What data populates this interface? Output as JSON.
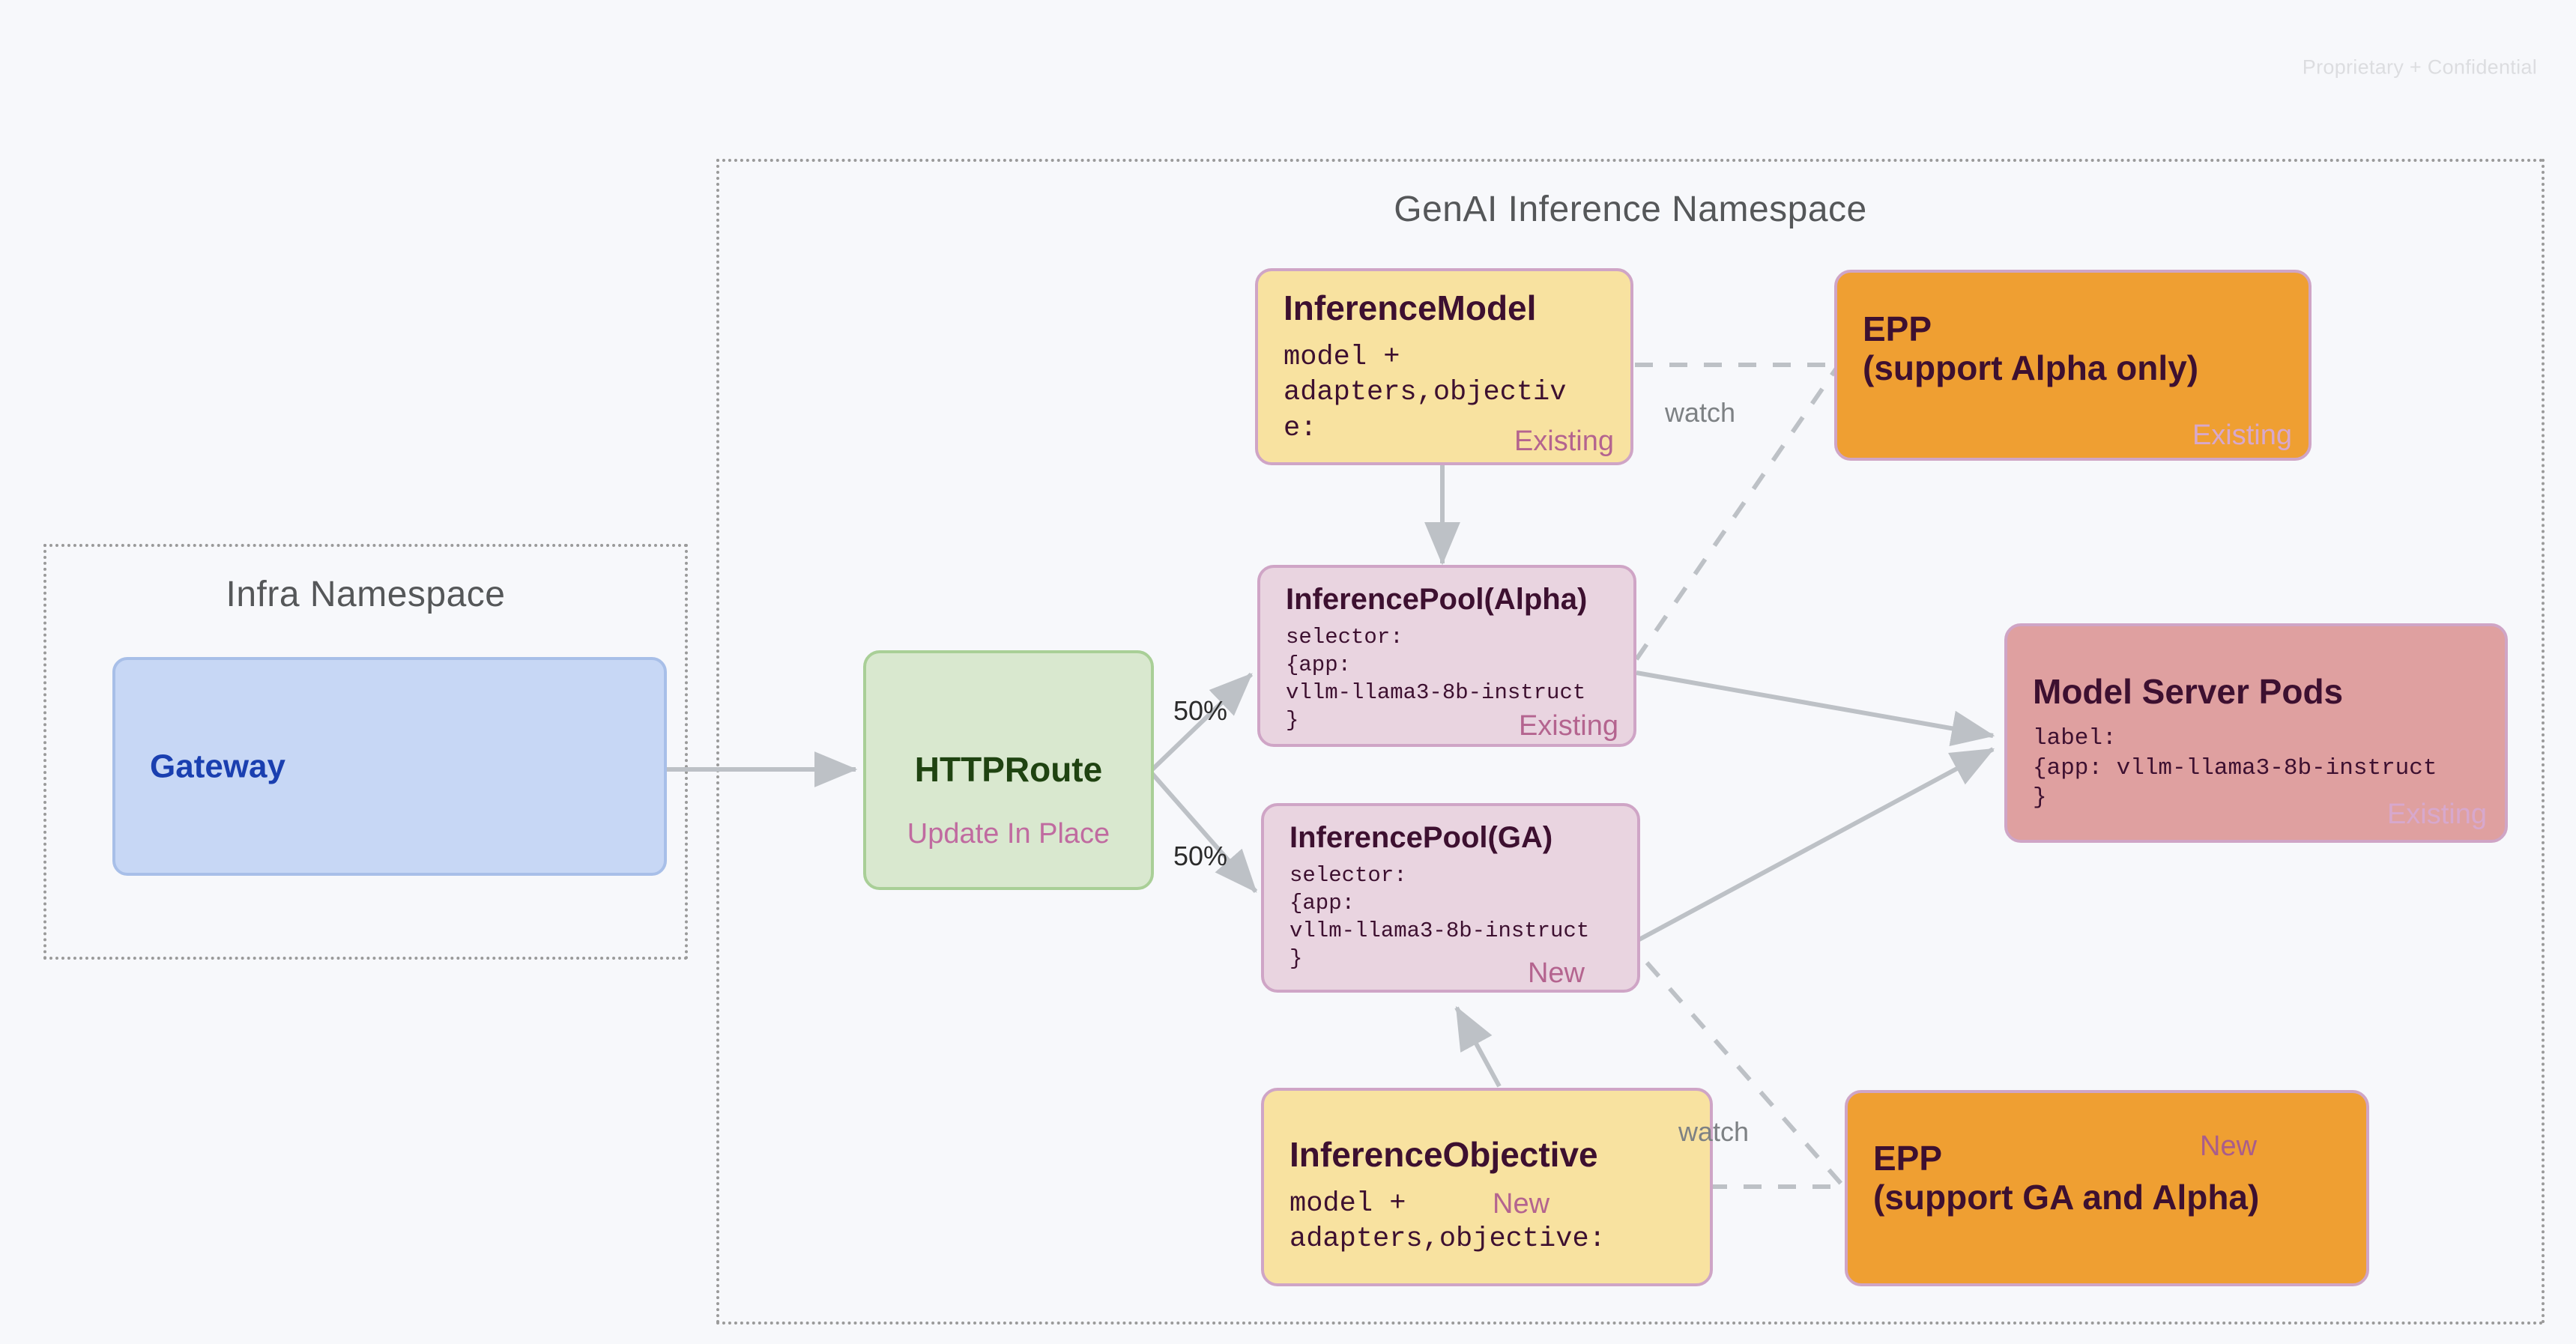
{
  "page": {
    "confidential_notice": "Proprietary + Confidential"
  },
  "namespaces": [
    {
      "id": "infra",
      "title": "Infra Namespace"
    },
    {
      "id": "genai",
      "title": "GenAI Inference Namespace"
    }
  ],
  "nodes": {
    "gateway": {
      "title": "Gateway",
      "sub": "",
      "tag": ""
    },
    "httproute": {
      "title": "HTTPRoute",
      "sub": "",
      "tag": "Update In Place"
    },
    "inference_model": {
      "title": "InferenceModel",
      "sub": "model +\nadapters,objectiv\ne:",
      "tag": "Existing"
    },
    "inference_pool_alpha": {
      "title": "InferencePool(Alpha)",
      "sub": "selector:\n{app:\nvllm-llama3-8b-instruct\n}",
      "tag": "Existing"
    },
    "inference_pool_ga": {
      "title": "InferencePool(GA)",
      "sub": "selector:\n{app:\nvllm-llama3-8b-instruct\n}",
      "tag": "New"
    },
    "inference_objective": {
      "title": "InferenceObjective",
      "sub": "model +\nadapters,objective:",
      "tag": "New"
    },
    "epp_alpha": {
      "title": "EPP\n(support Alpha only)",
      "sub": "",
      "tag": "Existing"
    },
    "epp_ga": {
      "title": "EPP\n(support GA and Alpha)",
      "sub": "",
      "tag": "New"
    },
    "model_server_pods": {
      "title": "Model Server Pods",
      "sub": "label:\n{app: vllm-llama3-8b-instruct\n}",
      "tag": "Existing"
    }
  },
  "edge_labels": {
    "split_top": "50%",
    "split_bottom": "50%",
    "watch_top": "watch",
    "watch_bottom": "watch"
  },
  "colors": {
    "canvas": "#f7f8fb",
    "node_border": "#cfa5c6",
    "yellow": "#f8e2a0",
    "pink": "#e9d4e0",
    "orange": "#ef9f32",
    "salmon": "#dfa0a0",
    "green": "#d9e8cf",
    "blue": "#c7d7f5",
    "tag_pink": "#b4648f",
    "tag_pale": "#d7a8cd",
    "wire": "#bdc1c6",
    "namespace_border": "#9a9a9a",
    "namespace_title": "#555759",
    "confidential": "#dcdde0"
  }
}
